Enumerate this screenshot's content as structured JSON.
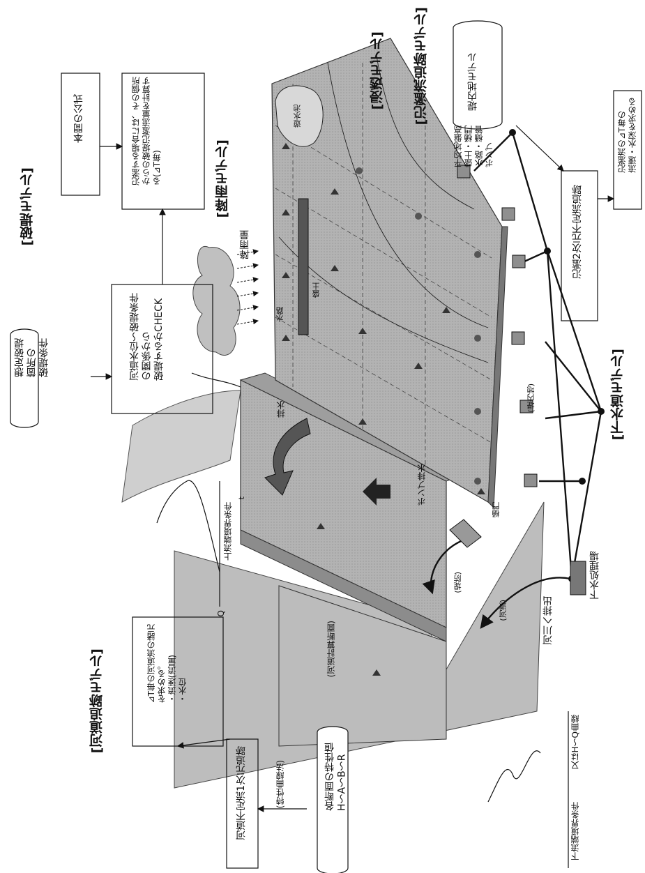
{
  "model_titles": {
    "breach": "[破堤モデル]",
    "rainfall": "[降雨モデル]",
    "infiltration": "[浸透モデル]",
    "inundation": "[氾濫流追跡モデル]",
    "sewer": "[下水道モデル]",
    "channel": "[河道追跡モデル]"
  },
  "breach": {
    "assumed_conditions": "想定破堤\n箇所の\n破堤条件",
    "check": "河道水位〜破堤条件\nの関係から\n破堤するかCHECK",
    "formula": "本間の公式",
    "overflow": "氾濫する場合には、その個所\nからの破堤氾濫流量を計算す\nる(⊿T毎)"
  },
  "rainfall": {
    "amount": "降雨量"
  },
  "inundation": {
    "landside_model": "堤内地モデル",
    "landside_items": "平均地盤高\n盛土・樋門\n水路・樋管\nポンプ",
    "unsteady_2d": "氾濫2次元不定流追跡",
    "result": "氾濫流の⊿T毎の\n流速・水深を求める"
  },
  "sewer": {
    "treatment_plant": "下水処理場",
    "discharge": "河川へ排出"
  },
  "channel": {
    "unsteady_1d": "河道不定流1次元追跡",
    "method": "(特性曲線法)",
    "section_props": "各断面の特性値\nH〜A〜B〜R",
    "result": "⊿T毎の河道流の諸元\nを求める。\n・流速(流量)\n・水位",
    "upstream_boundary": "上流端境界条件",
    "downstream_boundary": "下流端境界条件",
    "hq_curve": "又はH〜Q曲線",
    "q_label": "Q",
    "t_label": "t"
  },
  "scene_labels": {
    "retention_pond": "遊水池",
    "embankment_fill": "盛土",
    "waterway": "水路",
    "drainage": "排水",
    "pump_drainage": "ポンプ排水",
    "landside": "(堤内地)",
    "levee": "(堤防)",
    "river_channel": "(河道)",
    "sluice": "樋門",
    "channel_section": "(河道計算断面)"
  }
}
